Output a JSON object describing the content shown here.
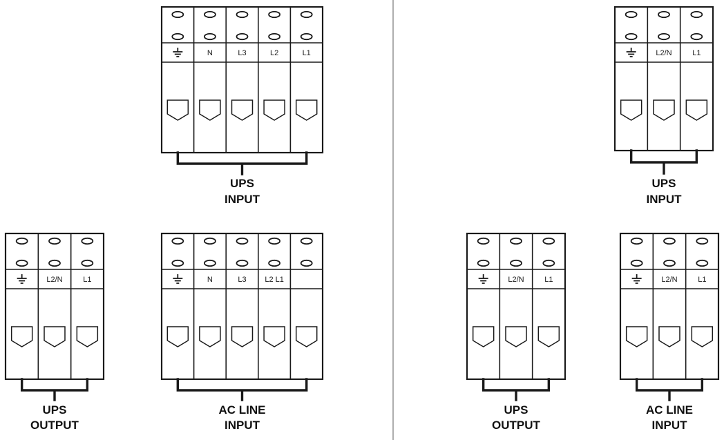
{
  "colors": {
    "line": "#1a1a1a",
    "background": "#ffffff",
    "divider": "#777777"
  },
  "blocks": [
    {
      "id": "left-ups-input",
      "terminals": [
        {
          "label": "",
          "icon": "ground-icon"
        },
        {
          "label": "N"
        },
        {
          "label": "L3"
        },
        {
          "label": "L2"
        },
        {
          "label": "L1"
        }
      ],
      "caption": [
        "UPS",
        "INPUT"
      ]
    },
    {
      "id": "left-ups-output",
      "terminals": [
        {
          "label": "",
          "icon": "ground-icon"
        },
        {
          "label": "L2/N"
        },
        {
          "label": "L1"
        }
      ],
      "caption": [
        "UPS",
        "OUTPUT"
      ]
    },
    {
      "id": "left-ac-line-input",
      "terminals": [
        {
          "label": "",
          "icon": "ground-icon"
        },
        {
          "label": "N"
        },
        {
          "label": "L3"
        },
        {
          "label": "L2 L1"
        },
        {
          "label": ""
        }
      ],
      "caption": [
        "AC LINE",
        "INPUT"
      ]
    },
    {
      "id": "right-ups-input",
      "terminals": [
        {
          "label": "",
          "icon": "ground-icon"
        },
        {
          "label": "L2/N"
        },
        {
          "label": "L1"
        }
      ],
      "caption": [
        "UPS",
        "INPUT"
      ]
    },
    {
      "id": "right-ups-output",
      "terminals": [
        {
          "label": "",
          "icon": "ground-icon"
        },
        {
          "label": "L2/N"
        },
        {
          "label": "L1"
        }
      ],
      "caption": [
        "UPS",
        "OUTPUT"
      ]
    },
    {
      "id": "right-ac-line-input",
      "terminals": [
        {
          "label": "",
          "icon": "ground-icon"
        },
        {
          "label": "L2/N"
        },
        {
          "label": "L1"
        }
      ],
      "caption": [
        "AC LINE",
        "INPUT"
      ]
    }
  ]
}
